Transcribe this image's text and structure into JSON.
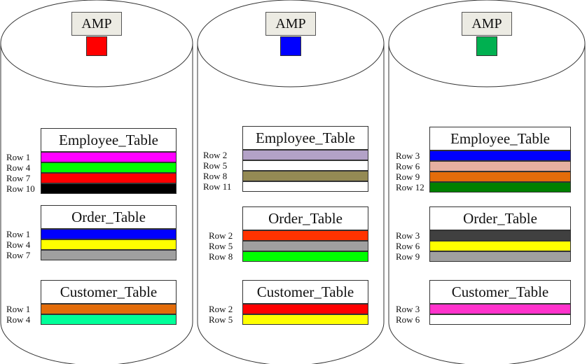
{
  "amps": [
    {
      "label": "AMP",
      "color": "#ff0000",
      "tables": [
        {
          "title": "Employee_Table",
          "rows": [
            {
              "label": "Row 1",
              "color": "#ff00ff"
            },
            {
              "label": "Row 4",
              "color": "#00ff00"
            },
            {
              "label": "Row 7",
              "color": "#ff0000"
            },
            {
              "label": "Row 10",
              "color": "#000000"
            }
          ]
        },
        {
          "title": "Order_Table",
          "rows": [
            {
              "label": "Row 1",
              "color": "#0000ff"
            },
            {
              "label": "Row 4",
              "color": "#ffff00"
            },
            {
              "label": "Row 7",
              "color": "#a0a0a0"
            }
          ]
        },
        {
          "title": "Customer_Table",
          "rows": [
            {
              "label": "Row 1",
              "color": "#e36c0a"
            },
            {
              "label": "Row 4",
              "color": "#00ff99"
            }
          ]
        }
      ]
    },
    {
      "label": "AMP",
      "color": "#0000ff",
      "tables": [
        {
          "title": "Employee_Table",
          "rows": [
            {
              "label": "Row 2",
              "color": "#b3a2c7"
            },
            {
              "label": "Row 5",
              "color": "#ffffff"
            },
            {
              "label": "Row 8",
              "color": "#948a54"
            },
            {
              "label": "Row 11",
              "color": "#ffffff"
            }
          ]
        },
        {
          "title": "Order_Table",
          "rows": [
            {
              "label": "Row 2",
              "color": "#ff3300"
            },
            {
              "label": "Row 5",
              "color": "#a0a0a0"
            },
            {
              "label": "Row 8",
              "color": "#00ff00"
            }
          ]
        },
        {
          "title": "Customer_Table",
          "rows": [
            {
              "label": "Row 2",
              "color": "#ff0000"
            },
            {
              "label": "Row 5",
              "color": "#ffff00"
            }
          ]
        }
      ]
    },
    {
      "label": "AMP",
      "color": "#00b050",
      "tables": [
        {
          "title": "Employee_Table",
          "rows": [
            {
              "label": "Row 3",
              "color": "#0000ff"
            },
            {
              "label": "Row 6",
              "color": "#e6b0a0"
            },
            {
              "label": "Row 9",
              "color": "#e36c0a"
            },
            {
              "label": "Row 12",
              "color": "#008000"
            }
          ]
        },
        {
          "title": "Order_Table",
          "rows": [
            {
              "label": "Row 3",
              "color": "#404040"
            },
            {
              "label": "Row 6",
              "color": "#ffff00"
            },
            {
              "label": "Row 9",
              "color": "#a0a0a0"
            }
          ]
        },
        {
          "title": "Customer_Table",
          "rows": [
            {
              "label": "Row 3",
              "color": "#ff33cc"
            },
            {
              "label": "Row 6",
              "color": "#ffffff"
            }
          ]
        }
      ]
    }
  ]
}
